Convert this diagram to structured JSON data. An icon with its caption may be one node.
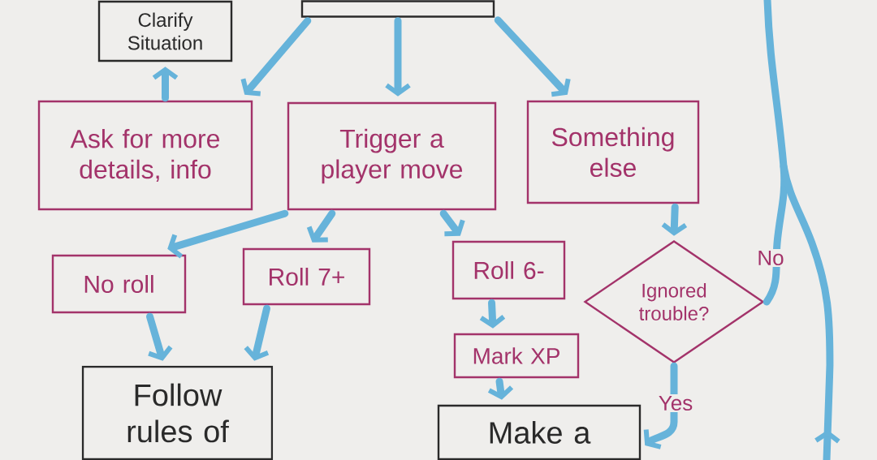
{
  "diagram": {
    "nodes": [
      {
        "text": [
          "Clarify Situation"
        ]
      },
      {
        "text": [],
        "shape": "box"
      },
      {
        "text": [
          "Ask for more details, info"
        ]
      },
      {
        "text": [
          "Trigger a player move"
        ]
      },
      {
        "text": [
          "Something else"
        ]
      },
      {
        "text": [
          "No roll"
        ]
      },
      {
        "text": [
          "Roll 7+"
        ]
      },
      {
        "text": [
          "Roll 6-"
        ]
      },
      {
        "text": [
          "Ignored trouble?"
        ]
      },
      {
        "text": [
          "Mark XP"
        ]
      },
      {
        "text": [
          "Follow rules of"
        ]
      },
      {
        "text": [
          "Make a"
        ]
      }
    ],
    "edges": [
      {
        "from": 1,
        "to": 2,
        "arrow": "to"
      },
      {
        "from": 1,
        "to": 3,
        "arrow": "to"
      },
      {
        "from": 1,
        "to": 4,
        "arrow": "to"
      },
      {
        "from": 2,
        "to": 0,
        "arrow": "to"
      },
      {
        "from": 3,
        "to": 5,
        "arrow": "to"
      },
      {
        "from": 3,
        "to": 6,
        "arrow": "to"
      },
      {
        "from": 3,
        "to": 7,
        "arrow": "to"
      },
      {
        "from": 5,
        "to": 10,
        "arrow": "to"
      },
      {
        "from": 6,
        "to": 10,
        "arrow": "to"
      },
      {
        "from": 7,
        "to": 9,
        "arrow": "to"
      },
      {
        "from": 9,
        "to": 11,
        "arrow": "to"
      },
      {
        "from": 4,
        "to": 8,
        "arrow": "to"
      },
      {
        "from": 8,
        "to": 11,
        "arrow": "to",
        "label": "Yes"
      },
      {
        "from": 8,
        "to": null,
        "arrow": "none",
        "label": "No"
      }
    ]
  }
}
